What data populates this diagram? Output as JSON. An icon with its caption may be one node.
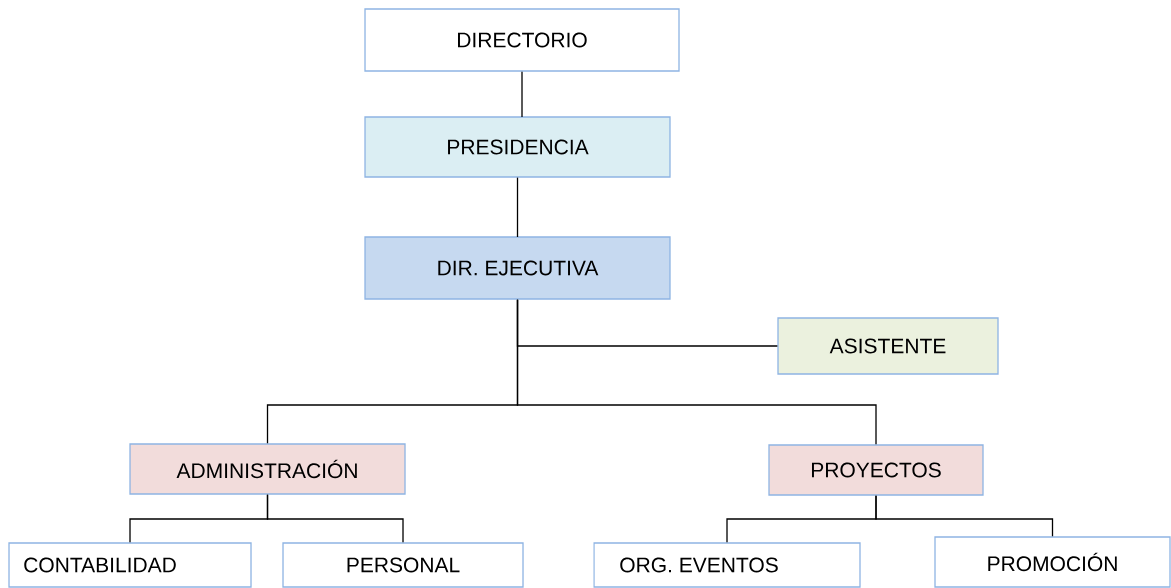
{
  "diagram": {
    "nodes": [
      {
        "text": [
          "DIRECTORIO"
        ]
      },
      {
        "text": [
          "PRESIDENCIA"
        ]
      },
      {
        "text": [
          "DIR. EJECUTIVA"
        ]
      },
      {
        "text": [
          "ASISTENTE"
        ]
      },
      {
        "text": [
          "ADMINISTRACIÓN"
        ]
      },
      {
        "text": [
          "PROYECTOS"
        ]
      },
      {
        "text": [
          "CONTABILIDAD"
        ]
      },
      {
        "text": [
          "PERSONAL"
        ]
      },
      {
        "text": [
          "ORG. EVENTOS"
        ]
      },
      {
        "text": [
          "PROMOCIÓN"
        ]
      }
    ],
    "edges": [
      {
        "from": 0,
        "to": 1,
        "arrow": "none"
      },
      {
        "from": 1,
        "to": 2,
        "arrow": "none"
      },
      {
        "from": 2,
        "to": 3,
        "arrow": "none"
      },
      {
        "from": 2,
        "to": 4,
        "arrow": "none"
      },
      {
        "from": 2,
        "to": 5,
        "arrow": "none"
      },
      {
        "from": 4,
        "to": 6,
        "arrow": "none"
      },
      {
        "from": 4,
        "to": 7,
        "arrow": "none"
      },
      {
        "from": 5,
        "to": 8,
        "arrow": "none"
      },
      {
        "from": 5,
        "to": 9,
        "arrow": "none"
      }
    ]
  }
}
